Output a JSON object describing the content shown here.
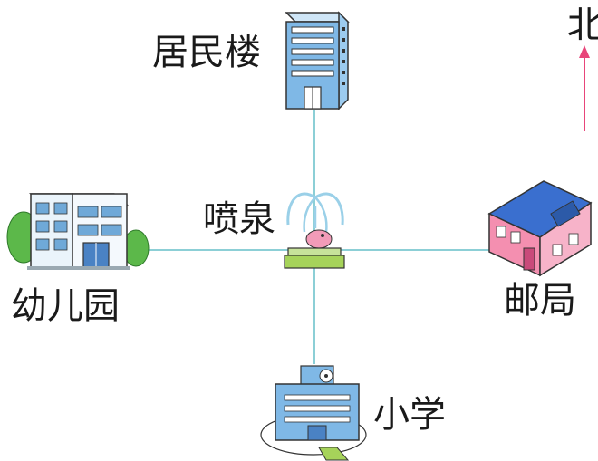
{
  "labels": {
    "residential": "居民楼",
    "fountain": "喷泉",
    "kindergarten": "幼儿园",
    "post_office": "邮局",
    "school": "小学",
    "north": "北"
  },
  "colors": {
    "road_line": "#8ccfd6",
    "north_arrow": "#e8457a",
    "building_blue": "#7fb8e6",
    "post_roof": "#3a6fcf",
    "post_wall": "#f48fb0",
    "fountain_base": "#a6d35a"
  }
}
